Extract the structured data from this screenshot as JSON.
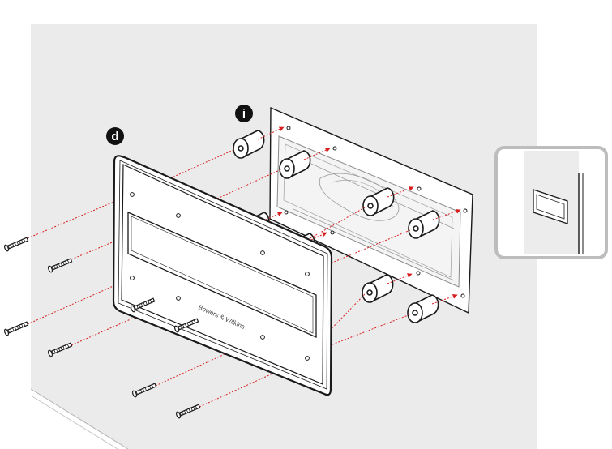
{
  "diagram": {
    "step_labels": {
      "frame": "d",
      "spacers": "i"
    },
    "brand": "Bowers & Wilkins",
    "icons": {
      "frame": "mounting-frame",
      "spacer": "cylindrical-spacer",
      "screw": "wall-screw",
      "inset": "wall-cutout-view"
    },
    "colors": {
      "wall": "#ebebeb",
      "outline": "#1a1a1a",
      "guide_line": "#d81e1e",
      "badge": "#111111",
      "inset_border": "#bdbdbd"
    }
  }
}
